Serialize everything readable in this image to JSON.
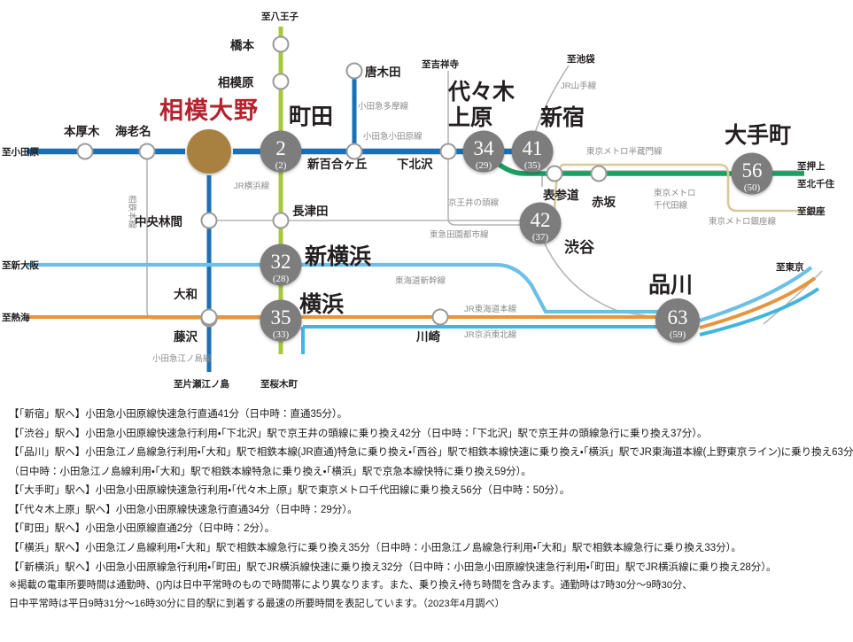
{
  "map": {
    "highlight_station": "相模大野",
    "stations": [
      {
        "id": "honatsugi",
        "name": "本厚木",
        "type": "small"
      },
      {
        "id": "ebina",
        "name": "海老名",
        "type": "small"
      },
      {
        "id": "sagamiono",
        "name": "相模大野",
        "type": "highlight"
      },
      {
        "id": "machida",
        "name": "町田",
        "type": "numbered",
        "num": "2",
        "sub": "(2)"
      },
      {
        "id": "hashimoto",
        "name": "橋本",
        "type": "small"
      },
      {
        "id": "sagamihara",
        "name": "相模原",
        "type": "small"
      },
      {
        "id": "karakida",
        "name": "唐木田",
        "type": "small"
      },
      {
        "id": "shinyurigaoka",
        "name": "新百合ヶ丘",
        "type": "small"
      },
      {
        "id": "shimokitazawa",
        "name": "下北沢",
        "type": "small"
      },
      {
        "id": "yoyogiuehara",
        "name": "代々木上原",
        "type": "numbered",
        "num": "34",
        "sub": "(29)"
      },
      {
        "id": "shinjuku",
        "name": "新宿",
        "type": "numbered",
        "num": "41",
        "sub": "(35)"
      },
      {
        "id": "omotesando",
        "name": "表参道",
        "type": "small"
      },
      {
        "id": "akasaka",
        "name": "赤坂",
        "type": "small"
      },
      {
        "id": "otemachi",
        "name": "大手町",
        "type": "numbered",
        "num": "56",
        "sub": "(50)"
      },
      {
        "id": "shibuya",
        "name": "渋谷",
        "type": "numbered",
        "num": "42",
        "sub": "(37)"
      },
      {
        "id": "chuorinkan",
        "name": "中央林間",
        "type": "small"
      },
      {
        "id": "nagatsuta",
        "name": "長津田",
        "type": "small"
      },
      {
        "id": "shinyokohama",
        "name": "新横浜",
        "type": "numbered",
        "num": "32",
        "sub": "(28)"
      },
      {
        "id": "yokohama",
        "name": "横浜",
        "type": "numbered",
        "num": "35",
        "sub": "(33)"
      },
      {
        "id": "yamato",
        "name": "大和",
        "type": "small"
      },
      {
        "id": "fujisawa",
        "name": "藤沢",
        "type": "small"
      },
      {
        "id": "kawasaki",
        "name": "川崎",
        "type": "small"
      },
      {
        "id": "shinagawa",
        "name": "品川",
        "type": "numbered",
        "num": "63",
        "sub": "(59)"
      }
    ],
    "line_labels": [
      {
        "id": "odakyu-tama",
        "text": "小田急多摩線"
      },
      {
        "id": "odakyu-odawara",
        "text": "小田急小田原線"
      },
      {
        "id": "jr-yokohama",
        "text": "JR横浜線"
      },
      {
        "id": "sotetsu-honsen",
        "text": "相鉄本線"
      },
      {
        "id": "odakyu-enoshima",
        "text": "小田急江ノ島線"
      },
      {
        "id": "jr-yamanote",
        "text": "JR山手線"
      },
      {
        "id": "keio-inokashira",
        "text": "京王井の頭線"
      },
      {
        "id": "tokyu-denentoshi",
        "text": "東急田園都市線"
      },
      {
        "id": "metro-hanzomon",
        "text": "東京メトロ半蔵門線"
      },
      {
        "id": "metro-chiyoda",
        "text": "東京メトロ\n千代田線"
      },
      {
        "id": "metro-chiyoda-1",
        "text": "東京メトロ"
      },
      {
        "id": "metro-chiyoda-2",
        "text": "千代田線"
      },
      {
        "id": "metro-ginza",
        "text": "東京メトロ銀座線"
      },
      {
        "id": "tokaido-shinkansen",
        "text": "東海道新幹線"
      },
      {
        "id": "jr-tokaido",
        "text": "JR東海道本線"
      },
      {
        "id": "jr-keihintohoku",
        "text": "JR京浜東北線"
      }
    ],
    "terminals": [
      {
        "id": "to-hachioji",
        "text": "至八王子"
      },
      {
        "id": "to-odawara",
        "text": "至小田原"
      },
      {
        "id": "to-kichijoji",
        "text": "至吉祥寺"
      },
      {
        "id": "to-ikebukuro",
        "text": "至池袋"
      },
      {
        "id": "to-oshiage",
        "text": "至押上"
      },
      {
        "id": "to-kitasenju",
        "text": "至北千住"
      },
      {
        "id": "to-ginza",
        "text": "至銀座"
      },
      {
        "id": "to-shinosaka",
        "text": "至新大阪"
      },
      {
        "id": "to-atami",
        "text": "至熱海"
      },
      {
        "id": "to-katasee",
        "text": "至片瀬江ノ島"
      },
      {
        "id": "to-sakuragicho",
        "text": "至桜木町"
      },
      {
        "id": "to-tokyo",
        "text": "至東京"
      }
    ],
    "colors": {
      "odakyu": "#1b6fb5",
      "jr_yokohama": "#a8c83c",
      "chiyoda": "#1b9e62",
      "shinkansen": "#6cc0e5",
      "tokaido": "#e5963c",
      "keihin_tohoku": "#3fb5e0",
      "gray_line": "#b5b5b5",
      "ginza": "#d9c89a",
      "node_fill": "#7d7d7d",
      "highlight_node": "#a8813f",
      "highlight_text": "#b4232f"
    }
  },
  "notes": [
    "【「新宿」駅へ】小田急小田原線快速急行直通41分（日中時：直通35分）。",
    "【「渋谷」駅へ】小田急小田原線快速急行利用・「下北沢」駅で京王井の頭線に乗り換え42分（日中時：「下北沢」駅で京王井の頭線急行に乗り換え37分）。",
    "【「品川」駅へ】小田急江ノ島線急行利用・「大和」駅で相鉄本線(JR直通)特急に乗り換え・「西谷」駅で相鉄本線快速に乗り換え・「横浜」駅でJR東海道本線(上野東京ライン)に乗り換え63分",
    "（日中時：小田急江ノ島線利用・「大和」駅で相鉄本線特急に乗り換え・「横浜」駅で京急本線快特に乗り換え59分）。",
    "【「大手町」駅へ】小田急小田原線快速急行利用・「代々木上原」駅で東京メトロ千代田線に乗り換え56分（日中時：50分）。",
    "【「代々木上原」駅へ】小田急小田原線快速急行直通34分（日中時：29分）。",
    "【「町田」駅へ】小田急小田原線直通2分（日中時：2分）。",
    "【「横浜」駅へ】小田急江ノ島線利用・「大和」駅で相鉄本線急行に乗り換え35分（日中時：小田急江ノ島線急行利用・「大和」駅で相鉄本線急行に乗り換え33分）。",
    "【「新横浜」駅へ】小田急小田原線急行利用・「町田」駅でJR横浜線快速に乗り換え32分（日中時：小田急小田原線快速急行利用・「町田」駅でJR横浜線に乗り換え28分）。",
    "※掲載の電車所要時間は通勤時、()内は日中平常時のもので時間帯により異なります。また、乗り換え・待ち時間を含みます。通勤時は7時30分～9時30分、",
    "日中平常時は平日9時31分～16時30分に目的駅に到着する最速の所要時間を表記しています。（2023年4月調べ）"
  ]
}
